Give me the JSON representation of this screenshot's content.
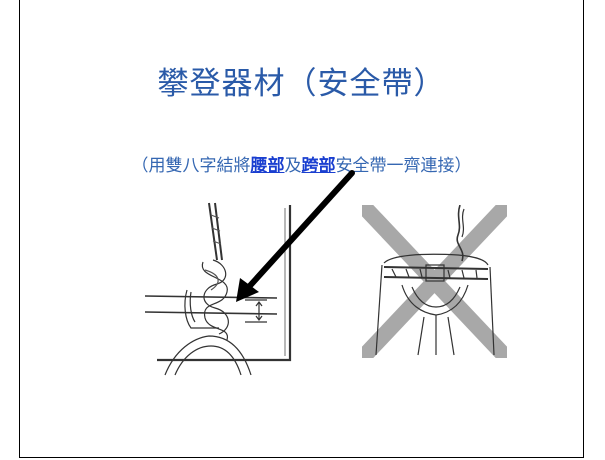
{
  "slide": {
    "title": "攀登器材（安全帶）",
    "subtitle": {
      "prefix": "（用雙八字結將",
      "highlight1": "腰部",
      "middle": "及",
      "highlight2": "跨部",
      "suffix": "安全帶一齊連接）"
    },
    "colors": {
      "title": "#2a5aa8",
      "subtitle": "#3567b2",
      "highlight": "#1a3fd0",
      "arrow": "#000000"
    },
    "illustrations": [
      {
        "name": "figure-eight-knot-tie-in",
        "icon": "rope-harness-sketch"
      },
      {
        "name": "incorrect-harness-crossed-out",
        "icon": "crossed-harness-sketch"
      }
    ]
  }
}
